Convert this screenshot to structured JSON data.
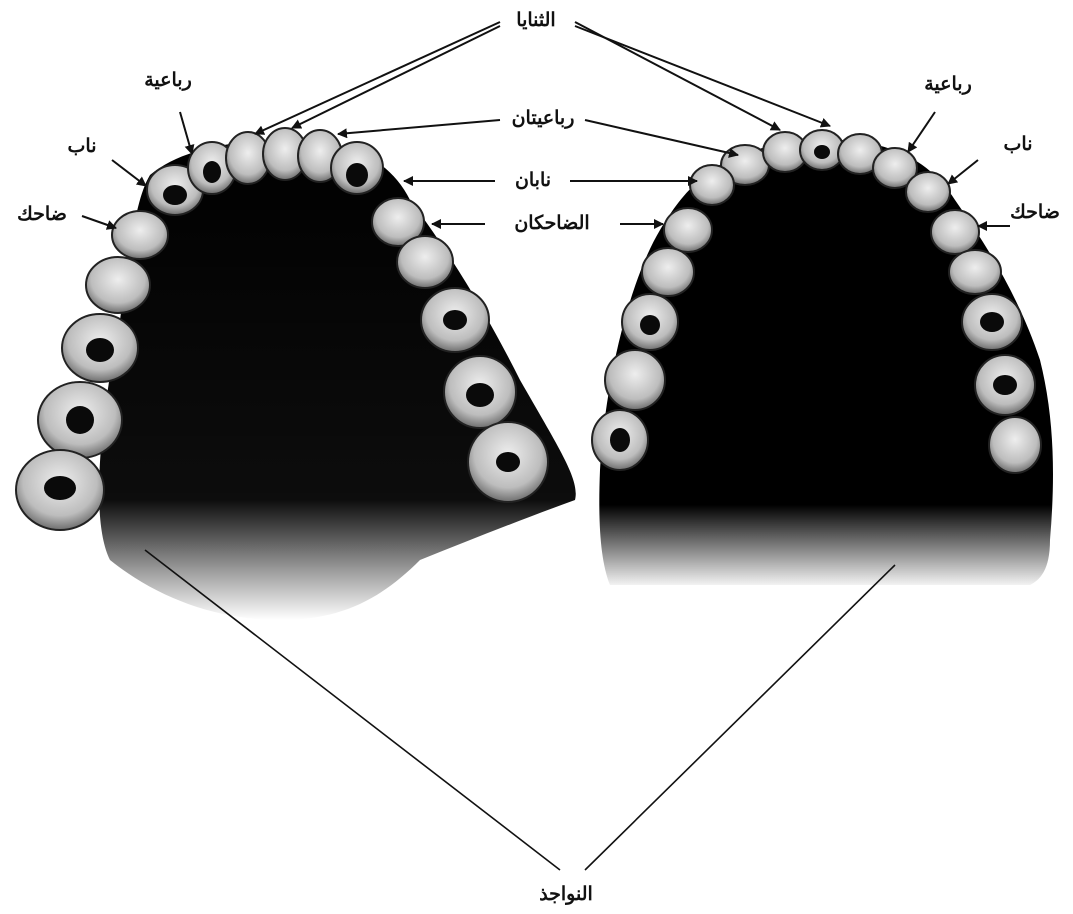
{
  "labels": {
    "incisors": "الثنايا",
    "lateral_incisor_left": "رباعية",
    "lateral_incisor_right": "رباعية",
    "lateral_incisors_pair": "رباعيتان",
    "canine_left": "ناب",
    "canine_right": "ناب",
    "canines_pair": "نابان",
    "premolar_left": "ضاحك",
    "premolar_right": "ضاحك",
    "premolars_pair": "الضاحكان",
    "molars": "النواجذ"
  },
  "colors": {
    "background": "#ffffff",
    "ink": "#111111",
    "tooth_enamel": "#d9d9d9",
    "palate_shadow": "#050505"
  },
  "icons": {
    "upper_jaw": "upper-dental-arch-photo",
    "lower_jaw": "lower-dental-arch-photo"
  }
}
